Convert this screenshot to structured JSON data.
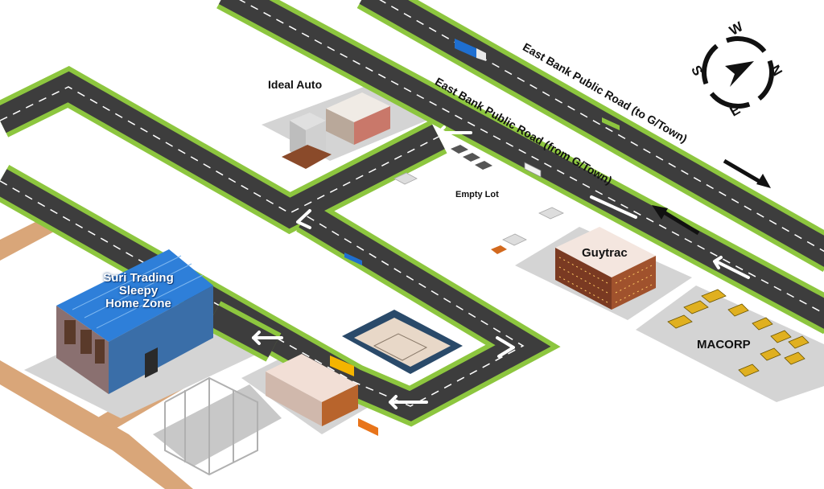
{
  "labels": {
    "road_to": "East Bank Public Road (to G/Town)",
    "road_from": "East Bank Public Road (from G/Town)",
    "ideal_auto": "Ideal Auto",
    "empty_lot": "Empty Lot",
    "guytrac": "Guytrac",
    "macorp": "MACORP",
    "suri_line1": "Suri Trading",
    "suri_line2": "Sleepy",
    "suri_line3": "Home Zone"
  },
  "compass": {
    "n": "N",
    "e": "E",
    "s": "S",
    "w": "W"
  },
  "colors": {
    "road": "#3d3d3d",
    "road_edge": "#8dc63f",
    "lot": "#d4d4d4",
    "path": "#d9a679",
    "roof": "#2e7fd9",
    "arrow": "#ffffff"
  },
  "icons": {
    "compass": "compass-icon",
    "direction_arrow": "arrow-icon"
  }
}
